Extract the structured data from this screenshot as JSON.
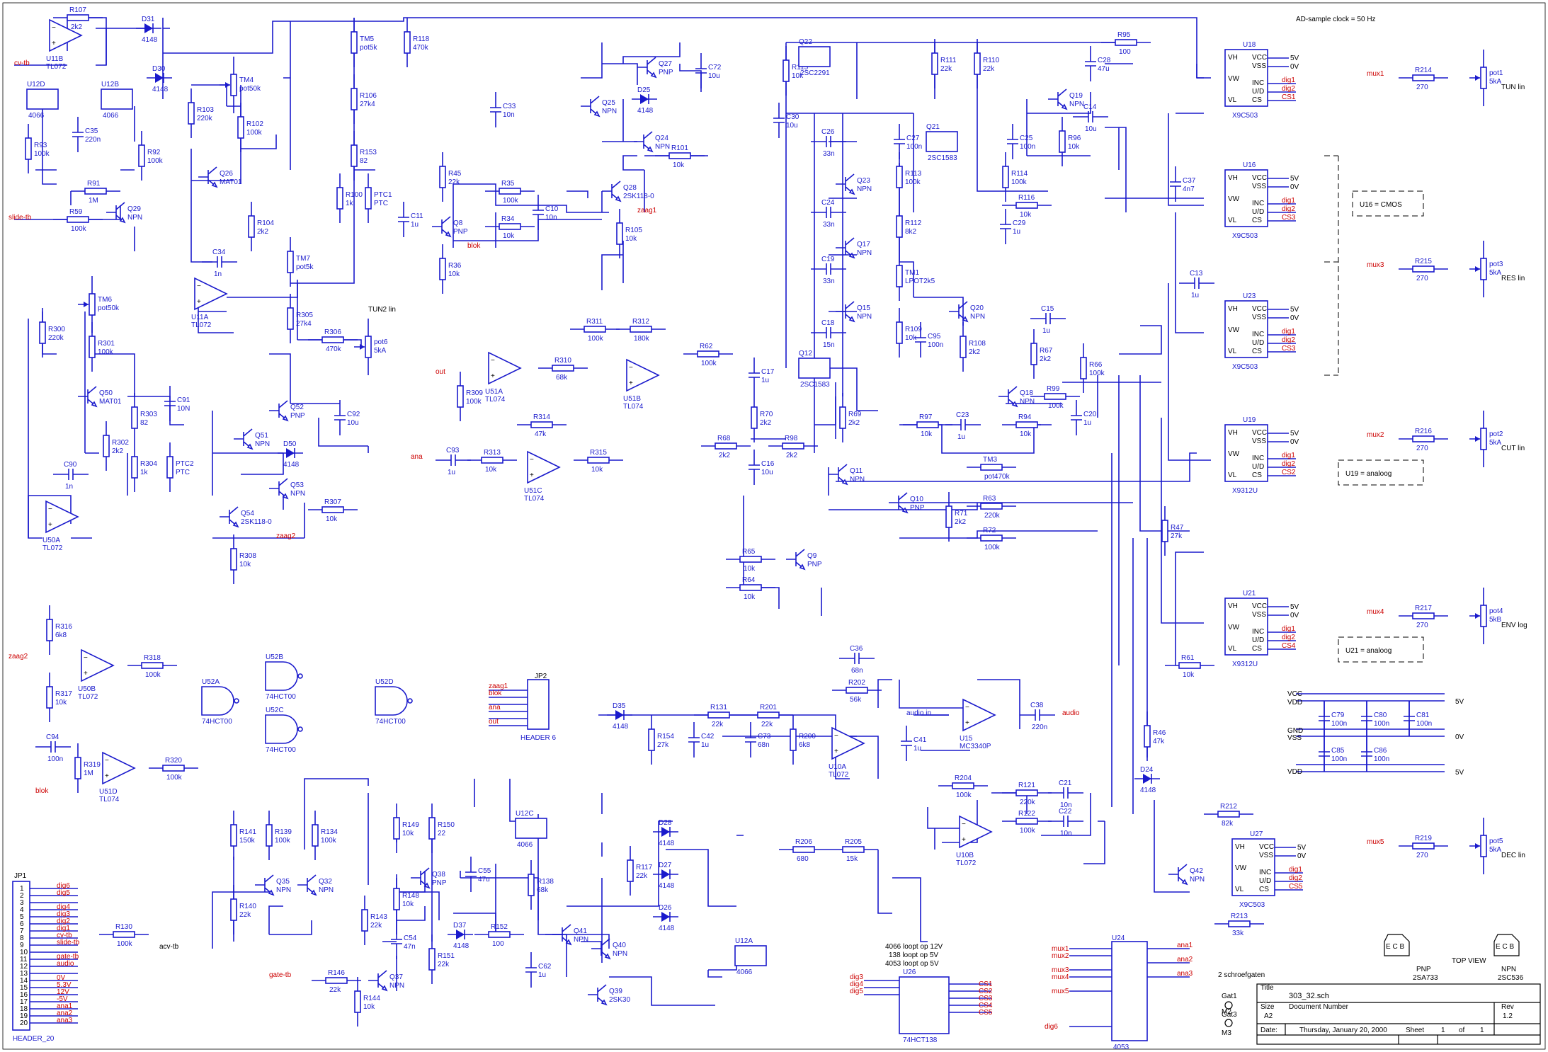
{
  "header_note": "AD-sample clock = 50 Hz",
  "net_labels": {
    "cv_tb": "cv-tb",
    "slide_tb": "slide-tb",
    "zaag1": "zaag1",
    "zaag2": "zaag2",
    "blok": "blok",
    "ana": "ana",
    "out": "out",
    "gate_tb": "gate-tb",
    "audio_in": "audio in",
    "audio": "audio",
    "acv_tb": "acv-tb"
  },
  "components": {
    "u11b": [
      "U11B",
      "TL072"
    ],
    "r107": [
      "R107",
      "2k2"
    ],
    "d31": [
      "D31",
      "4148"
    ],
    "d30": [
      "D30",
      "4148"
    ],
    "u12d": [
      "U12D",
      "4066"
    ],
    "u12b": [
      "U12B",
      "4066"
    ],
    "r93": [
      "R93",
      "100k"
    ],
    "c35": [
      "C35",
      "220n"
    ],
    "r92": [
      "R92",
      "100k"
    ],
    "r91": [
      "R91",
      "1M"
    ],
    "r59": [
      "R59",
      "100k"
    ],
    "q29": [
      "Q29",
      "NPN"
    ],
    "r103": [
      "R103",
      "220k"
    ],
    "r102": [
      "R102",
      "100k"
    ],
    "q26": [
      "Q26",
      "MAT01"
    ],
    "r104": [
      "R104",
      "2k2"
    ],
    "c34": [
      "C34",
      "1n"
    ],
    "u11a": [
      "U11A",
      "TL072"
    ],
    "tm4": [
      "TM4",
      "pot50k"
    ],
    "tm5": [
      "TM5",
      "pot5k"
    ],
    "r106": [
      "R106",
      "27k4"
    ],
    "r153": [
      "R153",
      "82"
    ],
    "r100": [
      "R100",
      "1k"
    ],
    "ptc1": [
      "PTC1",
      "PTC"
    ],
    "r118": [
      "R118",
      "470k"
    ],
    "tm7": [
      "TM7",
      "pot5k"
    ],
    "r305": [
      "R305",
      "27k4"
    ],
    "r306": [
      "R306",
      "470k"
    ],
    "pot6": [
      "pot6",
      "5kA"
    ],
    "tm6": [
      "TM6",
      "pot50k"
    ],
    "r300": [
      "R300",
      "220k"
    ],
    "r301": [
      "R301",
      "100k"
    ],
    "q50": [
      "Q50",
      "MAT01"
    ],
    "r303": [
      "R303",
      "82"
    ],
    "c91": [
      "C91",
      "10N"
    ],
    "r304": [
      "R304",
      "1k"
    ],
    "ptc2": [
      "PTC2",
      "PTC"
    ],
    "r302": [
      "R302",
      "2k2"
    ],
    "c90": [
      "C90",
      "1n"
    ],
    "u50a": [
      "U50A",
      "TL072"
    ],
    "q52": [
      "Q52",
      "PNP"
    ],
    "c92": [
      "C92",
      "10u"
    ],
    "q51": [
      "Q51",
      "NPN"
    ],
    "d50": [
      "D50",
      "4148"
    ],
    "q53": [
      "Q53",
      "NPN"
    ],
    "r307": [
      "R307",
      "10k"
    ],
    "q54": [
      "Q54",
      "2SK118-0"
    ],
    "r308": [
      "R308",
      "10k"
    ],
    "r45": [
      "R45",
      "22k"
    ],
    "c11": [
      "C11",
      "1u"
    ],
    "q8": [
      "Q8",
      "PNP"
    ],
    "r36": [
      "R36",
      "10k"
    ],
    "r35": [
      "R35",
      "100k"
    ],
    "r34": [
      "R34",
      "10k"
    ],
    "c10": [
      "C10",
      "10n"
    ],
    "c33": [
      "C33",
      "10n"
    ],
    "q25": [
      "Q25",
      "NPN"
    ],
    "q27": [
      "Q27",
      "PNP"
    ],
    "c72": [
      "C72",
      "10u"
    ],
    "d25": [
      "D25",
      "4148"
    ],
    "q24": [
      "Q24",
      "NPN"
    ],
    "r101": [
      "R101",
      "10k"
    ],
    "q28": [
      "Q28",
      "2SK118-0"
    ],
    "r105": [
      "R105",
      "10k"
    ],
    "u51a": [
      "U51A",
      "TL074"
    ],
    "r309": [
      "R309",
      "100k"
    ],
    "r310": [
      "R310",
      "68k"
    ],
    "r311": [
      "R311",
      "100k"
    ],
    "r312": [
      "R312",
      "180k"
    ],
    "u51b": [
      "U51B",
      "TL074"
    ],
    "r62": [
      "R62",
      "100k"
    ],
    "c17": [
      "C17",
      "1u"
    ],
    "c93": [
      "C93",
      "1u"
    ],
    "r313": [
      "R313",
      "10k"
    ],
    "r314": [
      "R314",
      "47k"
    ],
    "u51c": [
      "U51C",
      "TL074"
    ],
    "r315": [
      "R315",
      "10k"
    ],
    "r70": [
      "R70",
      "2k2"
    ],
    "r68": [
      "R68",
      "2k2"
    ],
    "r98": [
      "R98",
      "2k2"
    ],
    "c16": [
      "C16",
      "10u"
    ],
    "r115": [
      "R115",
      "10k"
    ],
    "q22": [
      "Q22",
      "2SC2291"
    ],
    "c30": [
      "C30",
      "10u"
    ],
    "c26": [
      "C26",
      "33n"
    ],
    "q23": [
      "Q23",
      "NPN"
    ],
    "c24": [
      "C24",
      "33n"
    ],
    "q17": [
      "Q17",
      "NPN"
    ],
    "c19": [
      "C19",
      "33n"
    ],
    "q15": [
      "Q15",
      "NPN"
    ],
    "c18": [
      "C18",
      "15n"
    ],
    "q12": [
      "Q12",
      "2SC1583"
    ],
    "r69": [
      "R69",
      "2k2"
    ],
    "q11": [
      "Q11",
      "NPN"
    ],
    "q10": [
      "Q10",
      "PNP"
    ],
    "r65": [
      "R65",
      "10k"
    ],
    "r64": [
      "R64",
      "10k"
    ],
    "q9": [
      "Q9",
      "PNP"
    ],
    "c27": [
      "C27",
      "100n"
    ],
    "r113": [
      "R113",
      "100k"
    ],
    "r112": [
      "R112",
      "8k2"
    ],
    "tm1": [
      "TM1",
      "LPOT2k5"
    ],
    "c95": [
      "C95",
      "100n"
    ],
    "r109": [
      "R109",
      "10k"
    ],
    "q20": [
      "Q20",
      "NPN"
    ],
    "r108": [
      "R108",
      "2k2"
    ],
    "r111": [
      "R111",
      "22k"
    ],
    "r110": [
      "R110",
      "22k"
    ],
    "q21": [
      "Q21",
      "2SC1583"
    ],
    "c25": [
      "C25",
      "100n"
    ],
    "r114": [
      "R114",
      "100k"
    ],
    "r116": [
      "R116",
      "10k"
    ],
    "c29": [
      "C29",
      "1u"
    ],
    "c28": [
      "C28",
      "47u"
    ],
    "r95": [
      "R95",
      "100"
    ],
    "q19": [
      "Q19",
      "NPN"
    ],
    "c14": [
      "C14",
      "10u"
    ],
    "r96": [
      "R96",
      "10k"
    ],
    "c15": [
      "C15",
      "1u"
    ],
    "r67": [
      "R67",
      "2k2"
    ],
    "r66": [
      "R66",
      "100k"
    ],
    "q18": [
      "Q18",
      "NPN"
    ],
    "r99": [
      "R99",
      "100k"
    ],
    "r97": [
      "R97",
      "10k"
    ],
    "c23": [
      "C23",
      "1u"
    ],
    "r94": [
      "R94",
      "10k"
    ],
    "c20": [
      "C20",
      "1u"
    ],
    "tm3": [
      "TM3",
      "pot470k"
    ],
    "r63": [
      "R63",
      "220k"
    ],
    "r71": [
      "R71",
      "2k2"
    ],
    "r72": [
      "R72",
      "100k"
    ],
    "c37": [
      "C37",
      "4n7"
    ],
    "c13": [
      "C13",
      "1u"
    ],
    "r47": [
      "R47",
      "27k"
    ],
    "r61": [
      "R61",
      "10k"
    ],
    "r46": [
      "R46",
      "47k"
    ],
    "d24": [
      "D24",
      "4148"
    ],
    "r212": [
      "R212",
      "82k"
    ],
    "r213": [
      "R213",
      "33k"
    ],
    "q42": [
      "Q42",
      "NPN"
    ],
    "u18": [
      "U18",
      "X9C503"
    ],
    "u16": [
      "U16",
      "X9C503"
    ],
    "u23": [
      "U23",
      "X9C503"
    ],
    "u19": [
      "U19",
      "X9312U"
    ],
    "u21": [
      "U21",
      "X9312U"
    ],
    "u27": [
      "U27",
      "X9C503"
    ],
    "r214": [
      "R214",
      "270"
    ],
    "r215": [
      "R215",
      "270"
    ],
    "r216": [
      "R216",
      "270"
    ],
    "r217": [
      "R217",
      "270"
    ],
    "r219": [
      "R219",
      "270"
    ],
    "pot1": [
      "pot1",
      "5kA"
    ],
    "pot3": [
      "pot3",
      "5kA"
    ],
    "pot2": [
      "pot2",
      "5kA"
    ],
    "pot4": [
      "pot4",
      "5kB"
    ],
    "pot5": [
      "pot5",
      "5kA"
    ],
    "r316": [
      "R316",
      "6k8"
    ],
    "u50b": [
      "U50B",
      "TL072"
    ],
    "r318": [
      "R318",
      "100k"
    ],
    "r317": [
      "R317",
      "10k"
    ],
    "u52a": [
      "U52A",
      "74HCT00"
    ],
    "u52b": [
      "U52B",
      "74HCT00"
    ],
    "u52c": [
      "U52C",
      "74HCT00"
    ],
    "u52d": [
      "U52D",
      "74HCT00"
    ],
    "jp2": [
      "JP2",
      "HEADER 6"
    ],
    "c94": [
      "C94",
      "100n"
    ],
    "u51d": [
      "U51D",
      "TL074"
    ],
    "r319": [
      "R319",
      "1M"
    ],
    "r320": [
      "R320",
      "100k"
    ],
    "d35": [
      "D35",
      "4148"
    ],
    "r154": [
      "R154",
      "27k"
    ],
    "c42": [
      "C42",
      "1u"
    ],
    "r131": [
      "R131",
      "22k"
    ],
    "c73": [
      "C73",
      "68n"
    ],
    "r201": [
      "R201",
      "22k"
    ],
    "r200": [
      "R200",
      "6k8"
    ],
    "c36": [
      "C36",
      "68n"
    ],
    "r202": [
      "R202",
      "56k"
    ],
    "u10a": [
      "U10A",
      "TL072"
    ],
    "u15": [
      "U15",
      "MC3340P"
    ],
    "c38": [
      "C38",
      "220n"
    ],
    "c41": [
      "C41",
      "1u"
    ],
    "r204": [
      "R204",
      "100k"
    ],
    "u10b": [
      "U10B",
      "TL072"
    ],
    "r121": [
      "R121",
      "220k"
    ],
    "r122": [
      "R122",
      "100k"
    ],
    "c21": [
      "C21",
      "10n"
    ],
    "c22": [
      "C22",
      "10n"
    ],
    "r206": [
      "R206",
      "680"
    ],
    "r205": [
      "R205",
      "15k"
    ],
    "jp1": [
      "JP1",
      "HEADER_20"
    ],
    "r130": [
      "R130",
      "100k"
    ],
    "r141": [
      "R141",
      "150k"
    ],
    "r140": [
      "R140",
      "22k"
    ],
    "q35": [
      "Q35",
      "NPN"
    ],
    "r139": [
      "R139",
      "100k"
    ],
    "q32": [
      "Q32",
      "NPN"
    ],
    "r134": [
      "R134",
      "100k"
    ],
    "r143": [
      "R143",
      "22k"
    ],
    "q37": [
      "Q37",
      "NPN"
    ],
    "r146": [
      "R146",
      "22k"
    ],
    "r144": [
      "R144",
      "10k"
    ],
    "r149": [
      "R149",
      "10k"
    ],
    "r148": [
      "R148",
      "10k"
    ],
    "r150": [
      "R150",
      "22"
    ],
    "q38": [
      "Q38",
      "PNP"
    ],
    "c55": [
      "C55",
      "47u"
    ],
    "c54": [
      "C54",
      "47n"
    ],
    "r151": [
      "R151",
      "22k"
    ],
    "d37": [
      "D37",
      "4148"
    ],
    "r152": [
      "R152",
      "100"
    ],
    "u12c": [
      "U12C",
      "4066"
    ],
    "r138": [
      "R138",
      "68k"
    ],
    "c62": [
      "C62",
      "1u"
    ],
    "q41": [
      "Q41",
      "NPN"
    ],
    "q40": [
      "Q40",
      "NPN"
    ],
    "q39": [
      "Q39",
      "2SK30"
    ],
    "r117": [
      "R117",
      "22k"
    ],
    "d28": [
      "D28",
      "4148"
    ],
    "d27": [
      "D27",
      "4148"
    ],
    "d26": [
      "D26",
      "4148"
    ],
    "u12a": [
      "U12A",
      "4066"
    ],
    "u26": [
      "U26",
      "74HCT138"
    ],
    "u24": [
      "U24",
      "4053"
    ],
    "c79": [
      "C79",
      "100n"
    ],
    "c80": [
      "C80",
      "100n"
    ],
    "c81": [
      "C81",
      "100n"
    ],
    "c85": [
      "C85",
      "100n"
    ],
    "c86": [
      "C86",
      "100n"
    ]
  },
  "supply": {
    "v12": "12V",
    "v5": "5V",
    "v53": "5.3V",
    "m5": "-5V",
    "v0": "0V",
    "vcc": "VCC",
    "vdd": "VDD",
    "gnd": "GND",
    "vss": "VSS"
  },
  "digipot_pins": [
    "VCC",
    "VSS",
    "VW",
    "VH",
    "VL",
    "INC",
    "U/D",
    "CS"
  ],
  "digipot_nets": {
    "u18": [
      "dig1",
      "dig2",
      "CS1"
    ],
    "u16": [
      "dig1",
      "dig2",
      "CS3"
    ],
    "u23": [
      "dig1",
      "dig2",
      "CS3"
    ],
    "u19": [
      "dig1",
      "dig2",
      "CS2"
    ],
    "u21": [
      "dig1",
      "dig2",
      "CS4"
    ],
    "u27": [
      "dig1",
      "dig2",
      "CS5"
    ]
  },
  "mux_labels": [
    "mux1",
    "mux3",
    "mux2",
    "mux4",
    "mux5"
  ],
  "pot_tags": [
    "TUN lin",
    "RES lin",
    "CUT lin",
    "ENV log",
    "DEC lin",
    "TUN2 lin"
  ],
  "boxes": {
    "cmos": "U16 = CMOS",
    "analoog1": "U19 = analoog",
    "analoog2": "U21 = analoog"
  },
  "jp1_pins": [
    {
      "n": "1",
      "net": "dig6"
    },
    {
      "n": "2",
      "net": "dig5"
    },
    {
      "n": "3",
      "net": ""
    },
    {
      "n": "4",
      "net": "dig4"
    },
    {
      "n": "5",
      "net": "dig3"
    },
    {
      "n": "6",
      "net": "dig2"
    },
    {
      "n": "7",
      "net": "dig1"
    },
    {
      "n": "8",
      "net": "cv-tb"
    },
    {
      "n": "9",
      "net": "slide-tb"
    },
    {
      "n": "10",
      "net": ""
    },
    {
      "n": "11",
      "net": "gate-tb"
    },
    {
      "n": "12",
      "net": "audio"
    },
    {
      "n": "13",
      "net": ""
    },
    {
      "n": "14",
      "net": "0V"
    },
    {
      "n": "15",
      "net": "5.3V"
    },
    {
      "n": "16",
      "net": "12V"
    },
    {
      "n": "17",
      "net": "-5V"
    },
    {
      "n": "18",
      "net": "ana1"
    },
    {
      "n": "19",
      "net": "ana2"
    },
    {
      "n": "20",
      "net": "ana3"
    }
  ],
  "jp2_pins": [
    "zaag1",
    "blok",
    "ana",
    "out"
  ],
  "u26_notes": [
    "4066 loopt op 12V",
    "138 loopt op 5V",
    "4053 loopt op 5V"
  ],
  "u26_inputs": [
    "dig3",
    "dig4",
    "dig5"
  ],
  "u26_outputs": [
    "CS1",
    "CS2",
    "CS3",
    "CS4",
    "CS5"
  ],
  "u24_inputs": [
    "mux1",
    "mux2",
    "mux3",
    "mux4",
    "mux5"
  ],
  "u24_outputs": [
    "ana1",
    "ana2",
    "ana3"
  ],
  "u24_ctrl": "dig6",
  "transistor_view": {
    "top_view": "TOP VIEW",
    "pnp": "PNP",
    "pnp_part": "2SA733",
    "npn": "NPN",
    "npn_part": "2SC536",
    "pins": "E C B"
  },
  "title_block": {
    "title_label": "Title",
    "title": "303_32.sch",
    "size_label": "Size",
    "size": "A2",
    "docnum_label": "Document Number",
    "rev_label": "Rev",
    "rev": "1.2",
    "date_label": "Date:",
    "date": "Thursday, January 20, 2000",
    "sheet_label": "Sheet",
    "sheet": "1",
    "of_label": "of",
    "of": "1",
    "author": "2 schroefgaten",
    "m2": "M2",
    "m3": "M3",
    "gat1": "Gat1",
    "gat3": "Gat3"
  }
}
